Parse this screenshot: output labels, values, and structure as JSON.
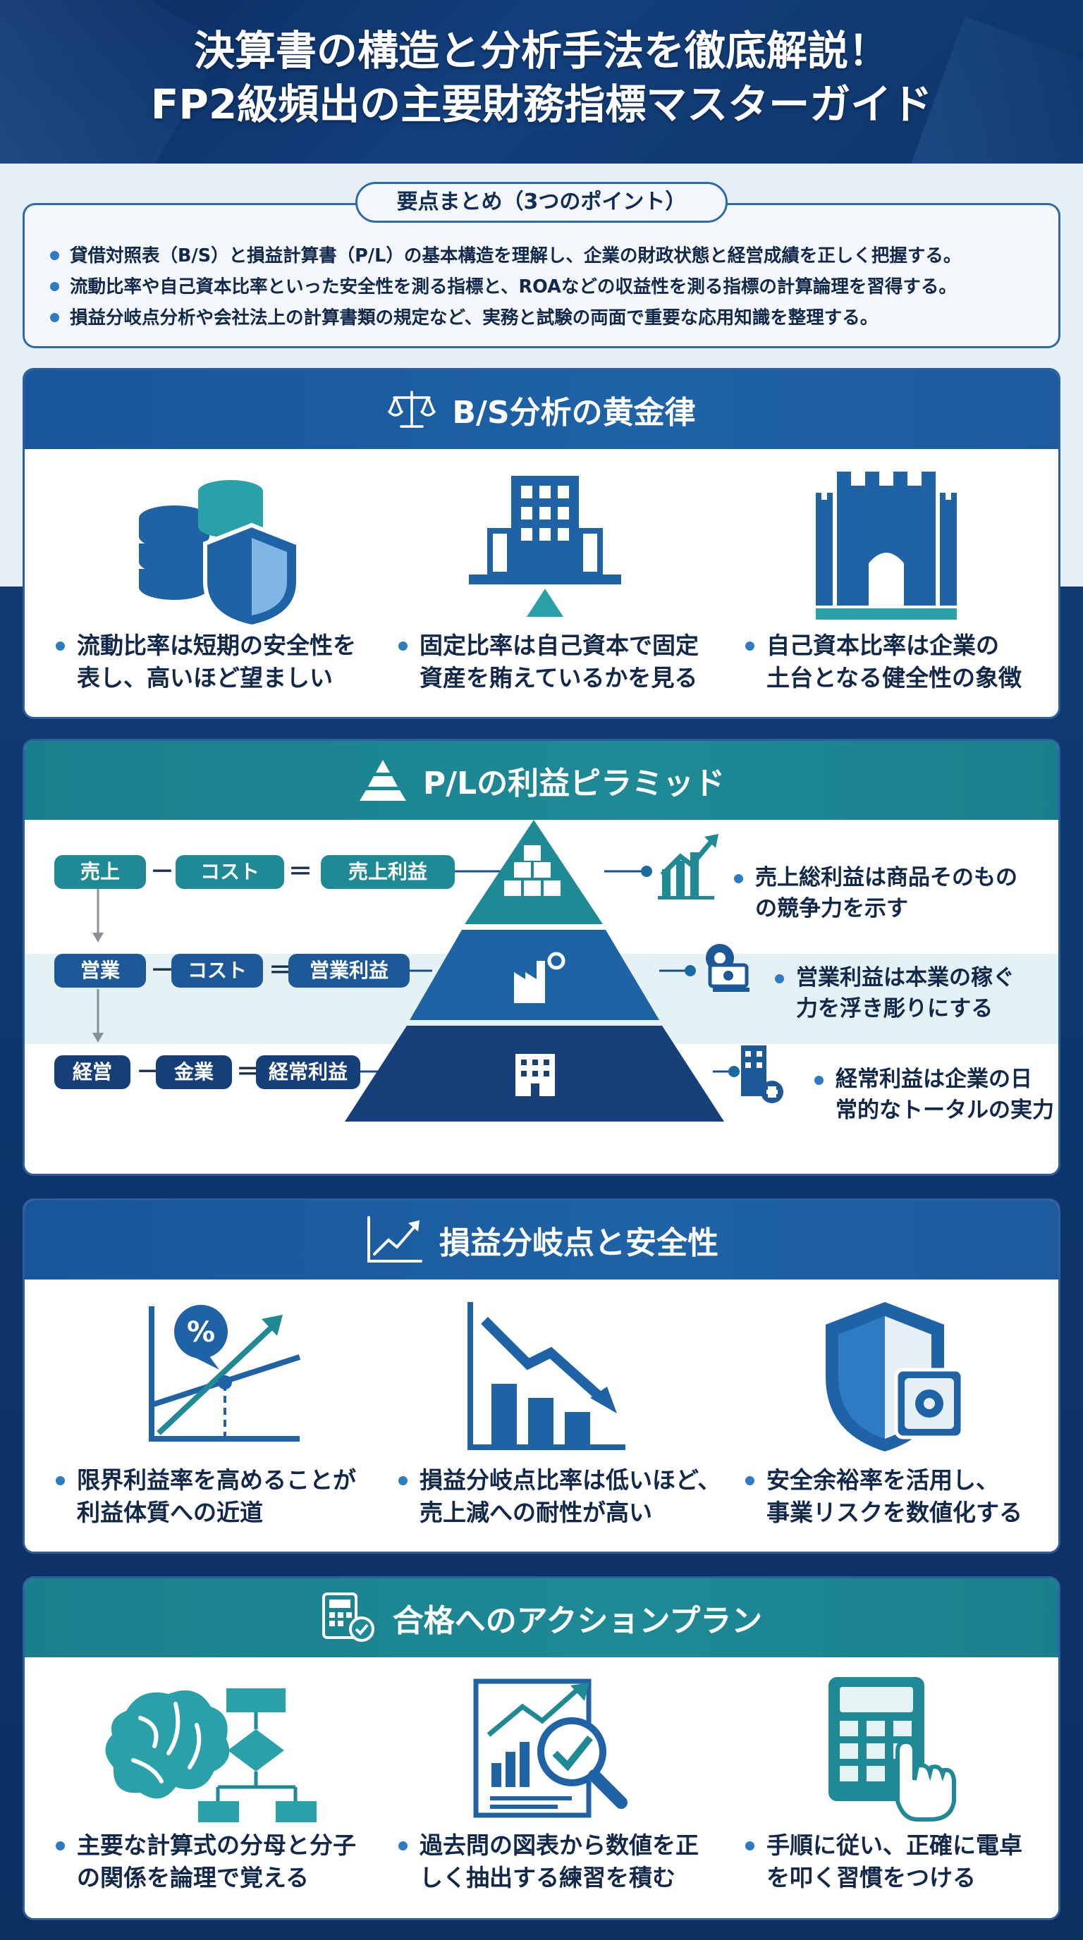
{
  "header": {
    "title_line1": "決算書の構造と分析手法を徹底解説！",
    "title_line2": "FP2級頻出の主要財務指標マスターガイド"
  },
  "summary": {
    "title": "要点まとめ（3つのポイント）",
    "points": [
      "貸借対照表（B/S）と損益計算書（P/L）の基本構造を理解し、企業の財政状態と経営成績を正しく把握する。",
      "流動比率や自己資本比率といった安全性を測る指標と、ROAなどの収益性を測る指標の計算論理を習得する。",
      "損益分岐点分析や会社法上の計算書類の規定など、実務と試験の両面で重要な応用知識を整理する。"
    ]
  },
  "bs": {
    "title": "B/S分析の黄金律",
    "header_icon": "scales-icon",
    "items": [
      {
        "icon": "coins-shield-icon",
        "line1": "流動比率は短期の安全性を",
        "line2": "表し、高いほど望ましい"
      },
      {
        "icon": "building-balance-icon",
        "line1": "固定比率は自己資本で固定",
        "line2": "資産を賄えているかを見る"
      },
      {
        "icon": "castle-icon",
        "line1": "自己資本比率は企業の",
        "line2": "土台となる健全性の象徴"
      }
    ]
  },
  "pl": {
    "title": "P/Lの利益ピラミッド",
    "header_icon": "pyramid-icon",
    "rows": [
      {
        "a": "売上",
        "op1": "－",
        "b": "コスト",
        "op2": "＝",
        "c": "売上利益",
        "icon": "growth-chart-icon",
        "line1": "売上総利益は商品そのもの",
        "line2": "の競争力を示す"
      },
      {
        "a": "営業",
        "op1": "－",
        "b": "コスト",
        "op2": "＝",
        "c": "営業利益",
        "icon": "gear-money-icon",
        "line1": "営業利益は本業の稼ぐ",
        "line2": "力を浮き彫りにする"
      },
      {
        "a": "経営",
        "op1": "－",
        "b": "金業",
        "op2": "＝",
        "c": "経常利益",
        "icon": "building-plus-icon",
        "line1": "経常利益は企業の日",
        "line2": "常的なトータルの実力"
      }
    ]
  },
  "bep": {
    "title": "損益分岐点と安全性",
    "header_icon": "trend-chart-icon",
    "items": [
      {
        "icon": "percent-chart-icon",
        "line1": "限界利益率を高めることが",
        "line2": "利益体質への近道"
      },
      {
        "icon": "falling-bars-icon",
        "line1": "損益分岐点比率は低いほど、",
        "line2": "売上減への耐性が高い"
      },
      {
        "icon": "shield-safe-icon",
        "line1": "安全余裕率を活用し、",
        "line2": "事業リスクを数値化する"
      }
    ]
  },
  "action": {
    "title": "合格へのアクションプラン",
    "header_icon": "calculator-check-icon",
    "items": [
      {
        "icon": "brain-flowchart-icon",
        "line1": "主要な計算式の分母と分子",
        "line2": "の関係を論理で覚える"
      },
      {
        "icon": "report-magnifier-icon",
        "line1": "過去問の図表から数値を正",
        "line2": "しく抽出する練習を積む"
      },
      {
        "icon": "calculator-hand-icon",
        "line1": "手順に従い、正確に電卓",
        "line2": "を叩く習慣をつける"
      }
    ]
  },
  "colors": {
    "navy": "#0f3a72",
    "blue": "#1f62a6",
    "teal": "#1e8a96",
    "text": "#12284a"
  }
}
